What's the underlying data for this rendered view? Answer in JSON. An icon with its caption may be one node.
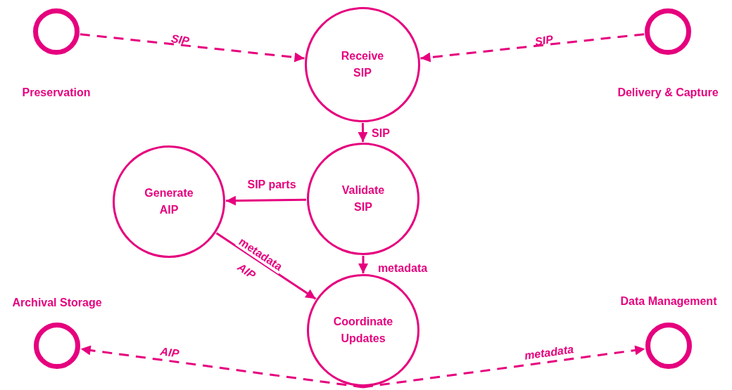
{
  "diagram": {
    "nodes": [
      {
        "text": [
          "Preservation"
        ]
      },
      {
        "text": [
          "Receive SIP"
        ]
      },
      {
        "text": [
          "Delivery & Capture"
        ]
      },
      {
        "text": [
          "Generate AIP"
        ]
      },
      {
        "text": [
          "Validate SIP"
        ]
      },
      {
        "text": [
          "Archival Storage"
        ]
      },
      {
        "text": [
          "Coordinate Updates"
        ]
      },
      {
        "text": [
          "Data Management"
        ]
      }
    ],
    "edges": [
      {
        "from": 0,
        "to": 1,
        "arrow": "to",
        "label": "SIP",
        "style": "dashed"
      },
      {
        "from": 2,
        "to": 1,
        "arrow": "to",
        "label": "SIP",
        "style": "dashed"
      },
      {
        "from": 1,
        "to": 4,
        "arrow": "to",
        "label": "SIP"
      },
      {
        "from": 4,
        "to": 3,
        "arrow": "to",
        "label": "SIP parts"
      },
      {
        "from": 4,
        "to": 6,
        "arrow": "to",
        "label": "metadata"
      },
      {
        "from": 3,
        "to": 6,
        "arrow": "to",
        "label": "metadata"
      },
      {
        "from": 6,
        "to": 5,
        "arrow": "to",
        "label": "AIP",
        "style": "dashed"
      },
      {
        "from": 6,
        "to": 7,
        "arrow": "to",
        "label": "metadata",
        "style": "dashed"
      }
    ],
    "labels": [
      "AIP"
    ]
  }
}
